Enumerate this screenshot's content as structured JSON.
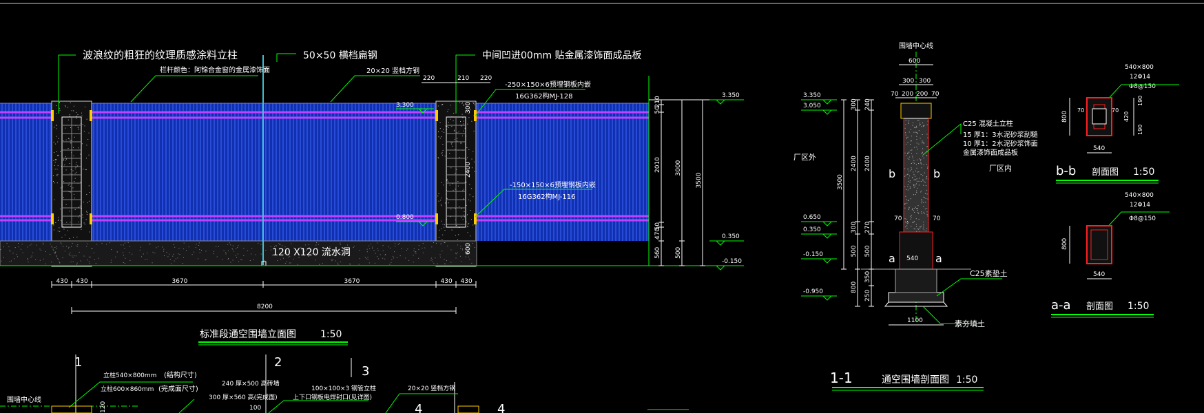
{
  "colors": {
    "background": "#000000",
    "line": "#ffffff",
    "leader": "#00ff00",
    "dimension": "#00ff00",
    "panel": "#1030b0",
    "panel_line": "#4068ff",
    "rail": "#c040ff",
    "post": "#d0d0d0",
    "rebar": "#ff2020",
    "post_fill": "#9a9a9a",
    "ground": "#707070"
  },
  "elevation": {
    "labels": {
      "post_finish": "波浪纹的粗狂的纹理质感涂料立柱",
      "rail_color": "栏杆颜色：阿锦合金窗的金属漆饰面",
      "flat_steel": "50×50  横档扁钢",
      "square_tube": "20×20  竖档方钢",
      "middle_groove": "中间凹进00mm  贴金属漆饰面成品板",
      "embed_top_1": "-250×150×6预埋钢板内嵌",
      "embed_top_2": "16G362构MJ-128",
      "embed_mid_1": "-150×150×6预埋钢板内嵌",
      "embed_mid_2": "16G362构MJ-116",
      "drain": "120  X120  流水洞"
    },
    "top_dims": [
      "220",
      "210",
      "220"
    ],
    "level_marks": [
      "3.300",
      "0.800"
    ],
    "post_dims": [
      "300",
      "2400",
      "600"
    ],
    "right_levels": [
      "3.350",
      "0.350",
      "-0.150"
    ],
    "right_dims_inner": [
      "210",
      "50",
      "2010",
      "50",
      "470",
      "560"
    ],
    "right_dims_mid": [
      "3000",
      "500"
    ],
    "right_dims_outer": [
      "3500"
    ],
    "bottom_dims": [
      "430",
      "430",
      "3670",
      "3670",
      "430",
      "430"
    ],
    "total_dim": "8200",
    "title": "标准段通空围墙立面图",
    "scale": "1:50"
  },
  "section11": {
    "centerline": "围墙中心线",
    "top_dims_outer": [
      "600"
    ],
    "top_dims_mid": [
      "300",
      "300"
    ],
    "top_dims_inner": [
      "70",
      "200",
      "200",
      "70"
    ],
    "left_levels": [
      "3.350",
      "3.050",
      "0.650",
      "0.350",
      "-0.150",
      "-0.950"
    ],
    "left_dims_a": [
      "300",
      "2400",
      "300",
      "500",
      "800"
    ],
    "left_dims_b": [
      "240",
      "2400",
      "270",
      "500",
      "350",
      "250"
    ],
    "left_dims_c": [
      "3500"
    ],
    "small_dims": [
      "70",
      "70"
    ],
    "outside": "厂区外",
    "inside": "厂区内",
    "concrete_1": "C25 混凝土立柱",
    "concrete_2": "15 厚1：3水泥砂浆刮糙",
    "concrete_3": "10 厚1：2水泥砂浆饰面",
    "concrete_4": "金属漆饰面成品板",
    "section_b": "b",
    "section_a": "a",
    "base_width": "540",
    "footing": "C25素垫土",
    "fill": "素夯填土",
    "footing_width": "1100",
    "title_num": "1-1",
    "title": "通空围墙剖面图",
    "scale": "1:50"
  },
  "sectionB": {
    "size": "540×800",
    "rebar": "12Φ14",
    "stirrup": "Φ8@150",
    "dims_left": [
      "800"
    ],
    "dims_inner": [
      "70",
      "70"
    ],
    "dims_right": [
      "190",
      "420",
      "190"
    ],
    "width": "540",
    "title_letter": "b-b",
    "title": "剖面图",
    "scale": "1:50"
  },
  "sectionA": {
    "size": "540×800",
    "rebar": "12Φ14",
    "stirrup": "Φ8@150",
    "dims_left": [
      "800"
    ],
    "width": "540",
    "title_letter": "a-a",
    "title": "剖面图",
    "scale": "1:50"
  },
  "plan": {
    "centerline": "围墙中心线",
    "post_size_1": "立柱540×800mm",
    "post_size_1_note": "(结构尺寸)",
    "post_size_2": "立柱600×860mm",
    "post_size_2_note": "(完成面尺寸)",
    "wall_1": "240  厚×500  高砖墙",
    "wall_2": "300  厚×560  高(完成面)",
    "steel_post": "100×100×3   钢管立柱",
    "weld": "上下口钢板电焊封口(见详图)",
    "square_tube": "20×20  竖档方钢",
    "dim_120": "120",
    "dim_100": "100",
    "markers": [
      "1",
      "2",
      "3",
      "4",
      "4"
    ]
  }
}
